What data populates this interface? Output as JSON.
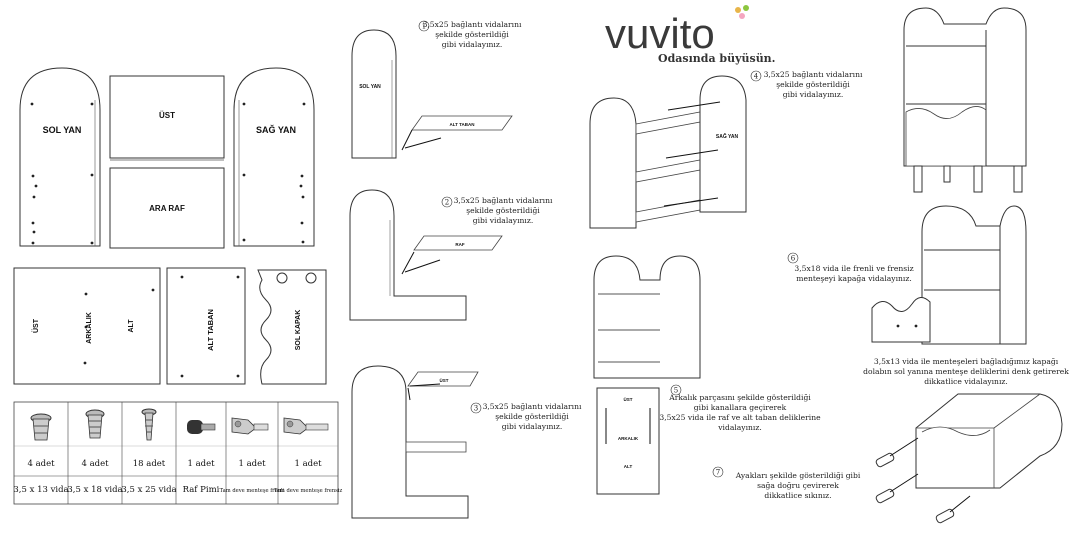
{
  "brand": {
    "name": "vuvito",
    "tagline": "Odasında büyüsün."
  },
  "parts": {
    "sol_yan": "SOL YAN",
    "ust": "ÜST",
    "sag_yan": "SAĞ YAN",
    "ara_raf": "ARA RAF",
    "ust2": "ÜST",
    "arkalik": "ARKALIK",
    "alt": "ALT",
    "alt_taban": "ALT TABAN",
    "sol_kapak": "SOL KAPAK"
  },
  "hardware": [
    {
      "count": "4 adet",
      "name": "3,5 x 13 vida"
    },
    {
      "count": "4  adet",
      "name": "3,5 x 18 vida"
    },
    {
      "count": "18 adet",
      "name": "3,5 x 25 vida"
    },
    {
      "count": "1 adet",
      "name": "Raf Pimi"
    },
    {
      "count": "1 adet",
      "name": "Tam deve menteşe frenli"
    },
    {
      "count": "1 adet",
      "name": "Tam deve menteşe frensiz"
    }
  ],
  "steps": [
    {
      "num": "1",
      "lines": [
        "3,5x25 bağlantı vidalarını",
        "şekilde gösterildiği",
        "gibi vidalayınız."
      ]
    },
    {
      "num": "2",
      "lines": [
        "3,5x25 bağlantı vidalarını",
        "şekilde gösterildiği",
        "gibi vidalayınız."
      ]
    },
    {
      "num": "3",
      "lines": [
        "3,5x25 bağlantı vidalarını",
        "şekilde gösterildiği",
        "gibi vidalayınız."
      ]
    },
    {
      "num": "4",
      "lines": [
        "3,5x25 bağlantı vidalarını",
        "şekilde gösterildiği",
        "gibi vidalayınız."
      ]
    },
    {
      "num": "5",
      "lines": [
        "Arkalık parçasını şekilde gösterildiği",
        "gibi kanallara geçirerek",
        "3,5x25 vida ile raf ve alt taban deliklerine",
        "vidalayınız."
      ]
    },
    {
      "num": "6",
      "lines": [
        "3,5x18 vida ile frenli ve frensiz",
        "menteşeyi kapağa vidalayınız."
      ]
    },
    {
      "num": "7",
      "lines": [
        "Ayakları şekilde gösterildiği gibi",
        "sağa doğru çevirerek",
        "dikkatlice sıkınız."
      ]
    }
  ],
  "note_hinge": [
    "3,5x13 vida ile menteşeleri bağladığımız kapağı",
    "dolabın sol yanına menteşe deliklerini denk getirerek",
    "dikkatlice vidalayınız."
  ],
  "drawing_labels": {
    "sol_yan": "SOL YAN",
    "alt_taban": "ALT TABAN",
    "raf": "RAF",
    "ust": "ÜST",
    "sag_yan": "SAĞ YAN",
    "ust_back": "ÜST",
    "arkalik_back": "ARKALIK",
    "alt_back": "ALT"
  }
}
